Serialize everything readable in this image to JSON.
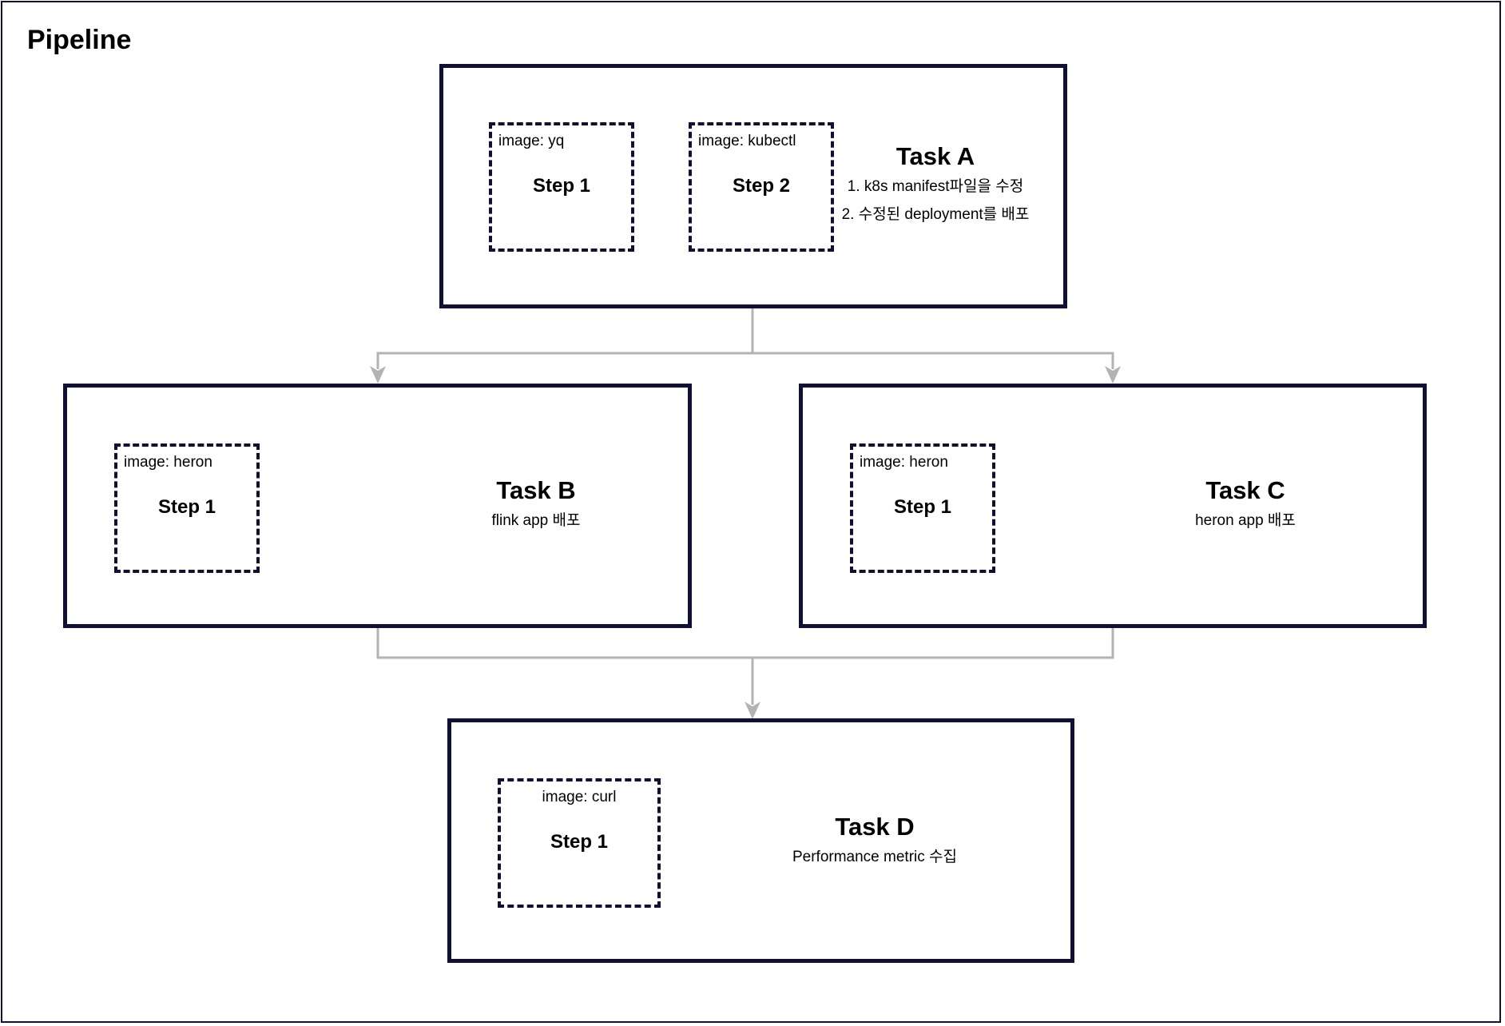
{
  "pipeline": {
    "title": "Pipeline"
  },
  "tasks": {
    "a": {
      "name": "Task A",
      "desc1": "1. k8s manifest파일을 수정",
      "desc2": "2. 수정된 deployment를 배포",
      "steps": [
        {
          "image": "image: yq",
          "label": "Step 1"
        },
        {
          "image": "image: kubectl",
          "label": "Step 2"
        }
      ]
    },
    "b": {
      "name": "Task B",
      "desc": "flink app 배포",
      "steps": [
        {
          "image": "image: heron",
          "label": "Step 1"
        }
      ]
    },
    "c": {
      "name": "Task C",
      "desc": "heron app 배포",
      "steps": [
        {
          "image": "image: heron",
          "label": "Step 1"
        }
      ]
    },
    "d": {
      "name": "Task D",
      "desc": "Performance metric 수집",
      "steps": [
        {
          "image": "image: curl",
          "label": "Step 1"
        }
      ]
    }
  },
  "colors": {
    "box_border": "#0f1033",
    "connector": "#b3b3b3"
  }
}
